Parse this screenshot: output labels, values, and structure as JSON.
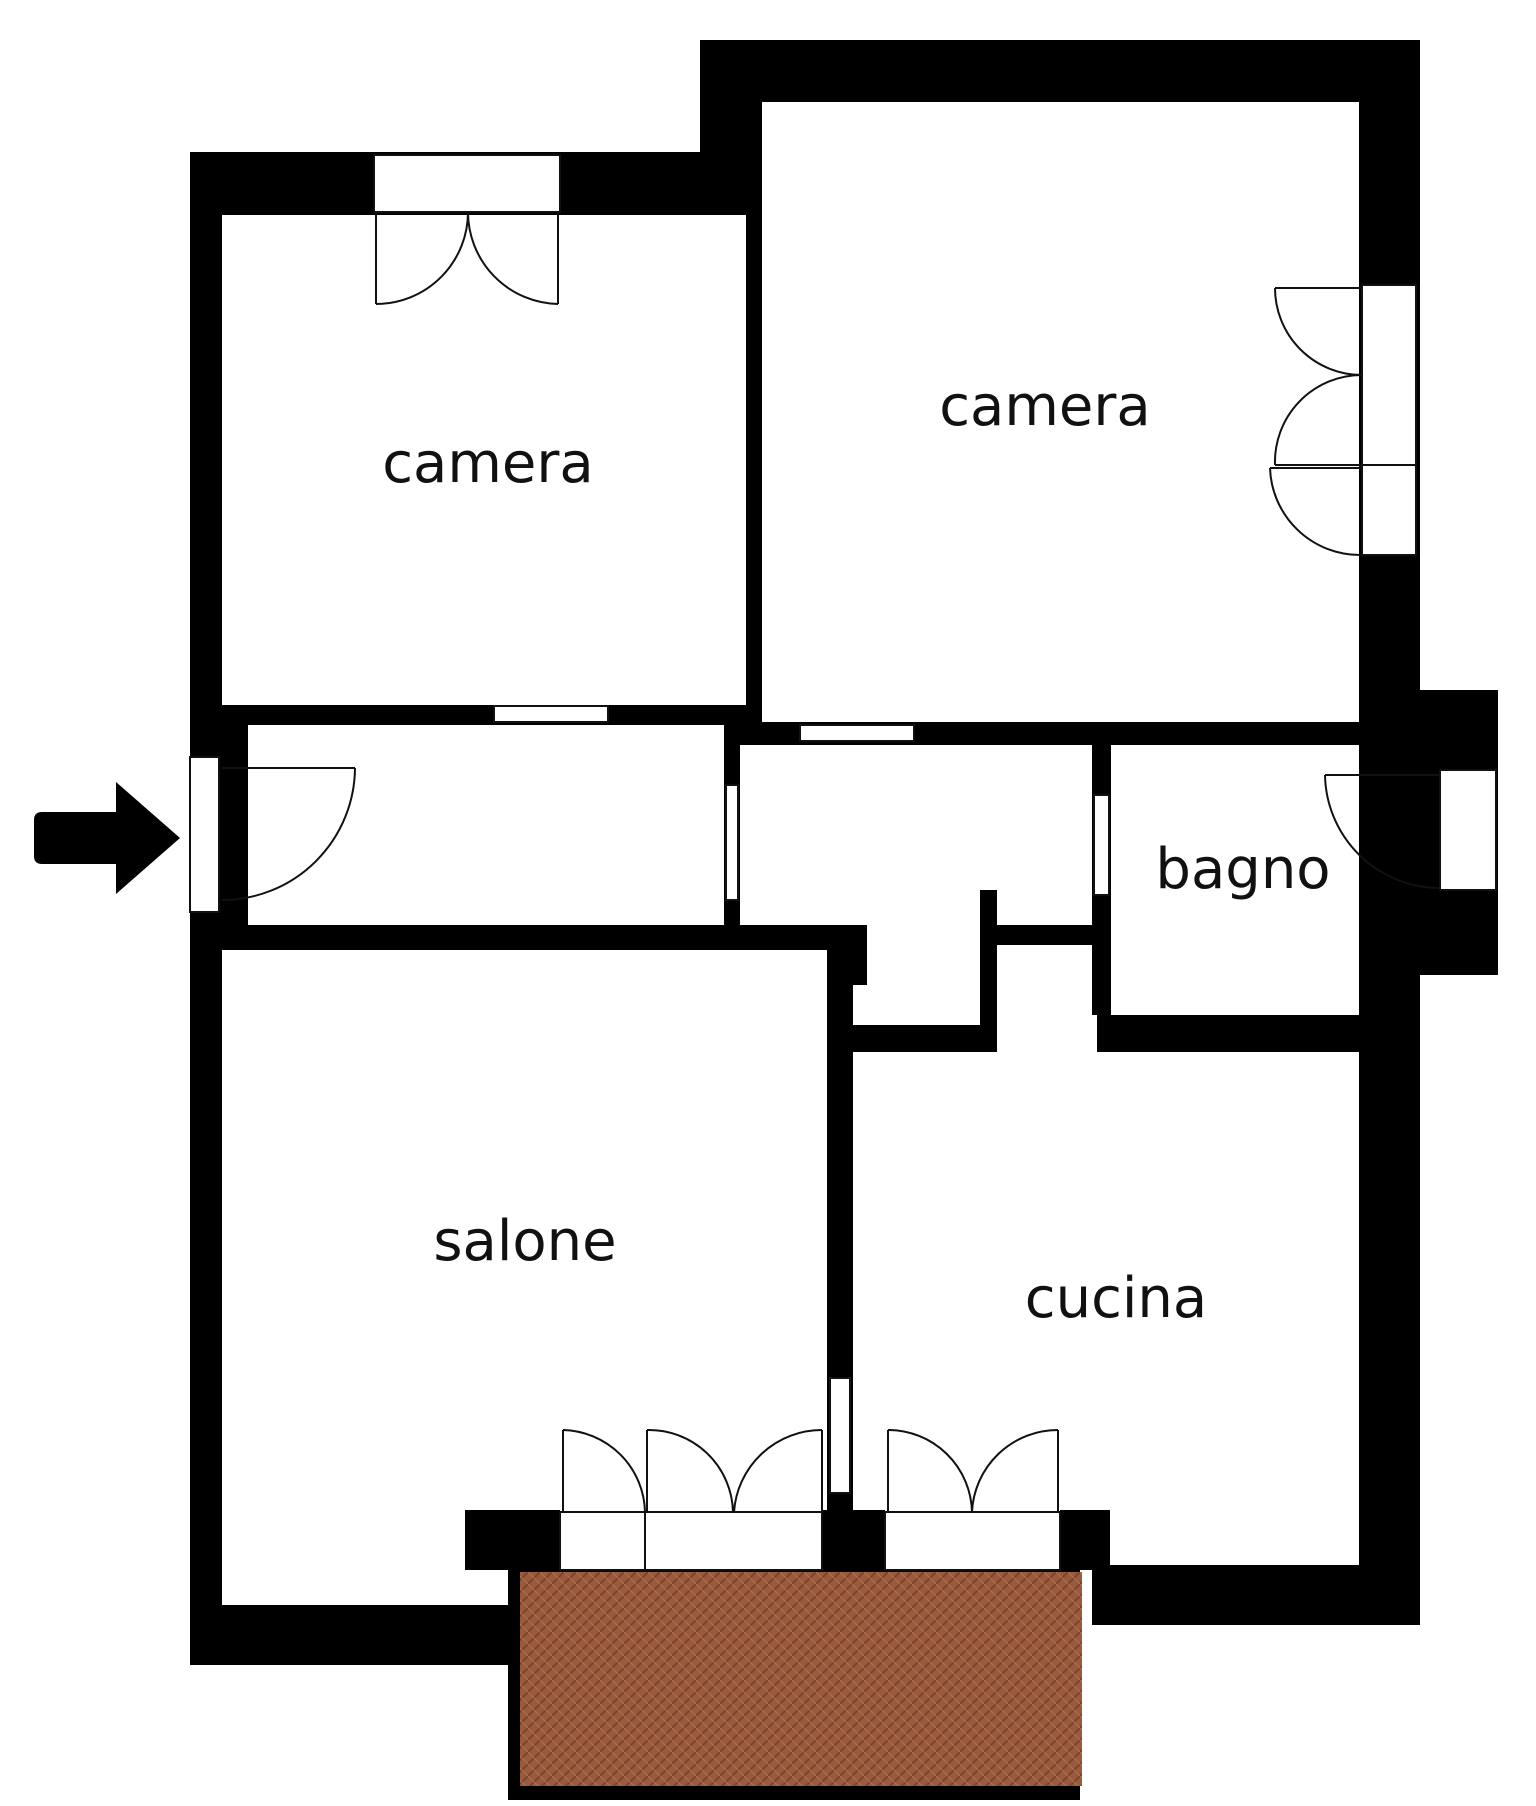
{
  "rooms": {
    "camera_left": "camera",
    "camera_right": "camera",
    "bagno": "bagno",
    "salone": "salone",
    "cucina": "cucina"
  },
  "icons": {
    "entrance": "entrance-arrow-icon"
  },
  "colors": {
    "wall": "#000000",
    "floor": "#ffffff",
    "terrace": "#9a5a3c",
    "terrace_line": "#7a4430"
  }
}
